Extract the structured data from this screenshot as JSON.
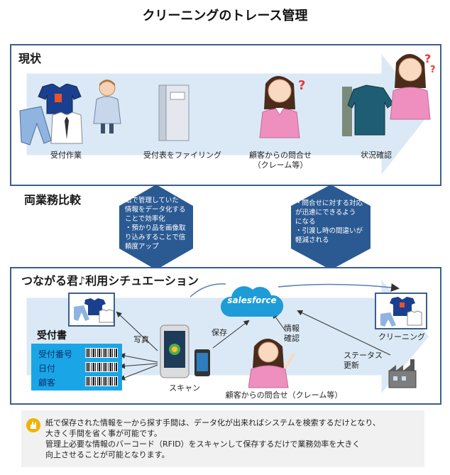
{
  "title": "クリーニングのトレース管理",
  "current": {
    "label": "現状",
    "captions": [
      "受付作業",
      "受付表をファイリング",
      "顧客からの問合せ\n（クレーム等）",
      "状況確認"
    ]
  },
  "comparison_label": "両業務比較",
  "hex_left": [
    "紙で管理していた",
    "情報をデータ化する",
    "ことで効率化",
    "・預かり品を画像取",
    "り込みすることで信",
    "頼度アップ"
  ],
  "hex_right": [
    "・問合せに対する対応",
    "が迅速にできるよう",
    "になる",
    "・引渡し時の間違いが",
    "軽減される"
  ],
  "future": {
    "label": "つながる君♪利用シチュエーション",
    "salesforce": "salesforce",
    "form_title": "受付書",
    "form_rows": [
      "受付番号",
      "日付",
      "顧客"
    ],
    "label_photo": "写真",
    "label_save": "保存",
    "label_scan": "スキャン",
    "label_info": "情報\n確認",
    "label_status": "ステータス\n更新",
    "label_cleaning": "クリーニング",
    "label_inquiry": "顧客からの問合せ（クレーム等）"
  },
  "note": {
    "icon": "hand-icon",
    "lines": [
      "紙で保存された情報を一から探す手間は、データ化が出来ればシステムを検索するだけとなり、",
      "大きく手間を省く事が可能です。",
      "管理上必要な情報のバーコード（RFID）をスキャンして保存するだけで業務効率を大きく",
      "向上させることが可能となります。"
    ]
  },
  "colors": {
    "arrow": "#dbe9f6",
    "hexagon": "#2b5a93",
    "border": "#3c5f8d",
    "form": "#1aa6e6",
    "salesforce": "#1d9cd8"
  }
}
